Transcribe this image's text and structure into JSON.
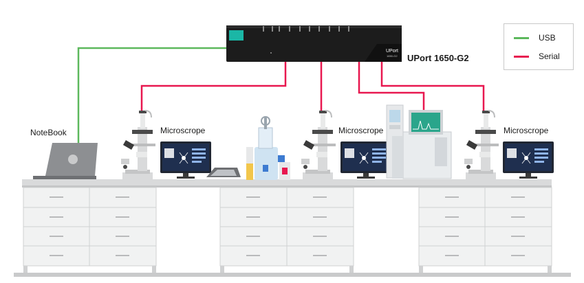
{
  "device": {
    "name": "UPort 1650-G2",
    "face_text": "UPort",
    "face_subtext": "1650-G2"
  },
  "labels": {
    "notebook": "NoteBook",
    "microscope_1": "Microscrope",
    "microscope_2": "Microscrope",
    "microscope_3": "Microscrope"
  },
  "legend": {
    "items": [
      {
        "label": "USB",
        "color": "#5cb85c"
      },
      {
        "label": "Serial",
        "color": "#e8174f"
      }
    ]
  },
  "colors": {
    "usb_line": "#5cb85c",
    "serial_line": "#e8174f",
    "device_body": "#1c1c1c",
    "device_accent": "#1bb7a6",
    "bench_top": "#d9dadb",
    "cabinet": "#f1f2f2",
    "monitor_screen": "#1f2f4f",
    "laptop": "#8d8f92"
  }
}
